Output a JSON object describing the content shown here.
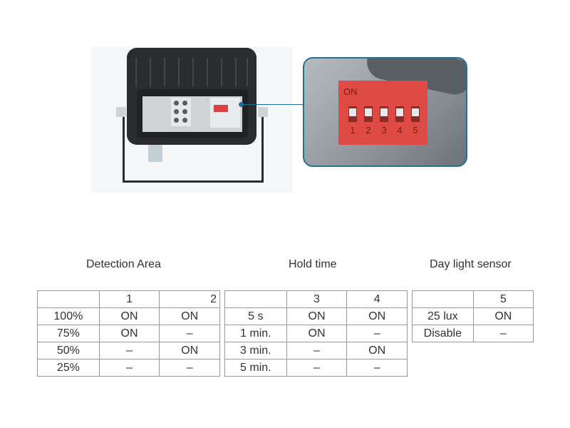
{
  "figure": {
    "product_photo": "floodlight-back-with-open-compartment",
    "callout": {
      "dip_switch_label": "ON",
      "switch_numbers": [
        "1",
        "2",
        "3",
        "4",
        "5"
      ],
      "dip_color": "#df4a44",
      "border_color": "#2a6f96"
    }
  },
  "sections": {
    "detection_area": {
      "title": "Detection Area",
      "header": [
        "",
        "1",
        "2"
      ],
      "rows": [
        [
          "100%",
          "ON",
          "ON"
        ],
        [
          "75%",
          "ON",
          "–"
        ],
        [
          "50%",
          "–",
          "ON"
        ],
        [
          "25%",
          "–",
          "–"
        ]
      ]
    },
    "hold_time": {
      "title": "Hold time",
      "header": [
        "",
        "3",
        "4"
      ],
      "rows": [
        [
          "5 s",
          "ON",
          "ON"
        ],
        [
          "1 min.",
          "ON",
          "–"
        ],
        [
          "3 min.",
          "–",
          "ON"
        ],
        [
          "5 min.",
          "–",
          "–"
        ]
      ]
    },
    "day_light_sensor": {
      "title": "Day light sensor",
      "header": [
        "",
        "5"
      ],
      "rows": [
        [
          "25 lux",
          "ON"
        ],
        [
          "Disable",
          "–"
        ]
      ]
    }
  }
}
